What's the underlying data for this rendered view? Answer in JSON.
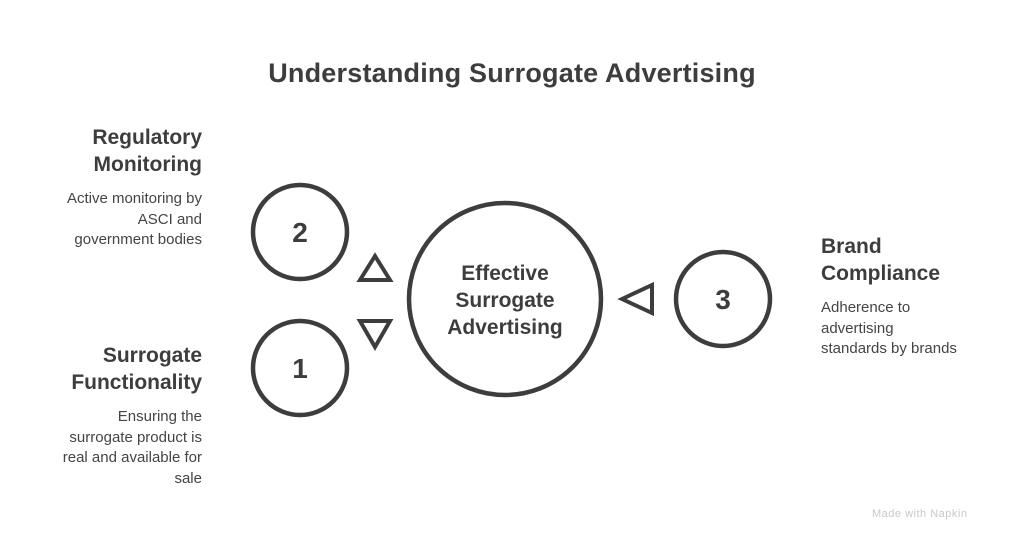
{
  "title": "Understanding Surrogate Advertising",
  "center": {
    "line1": "Effective",
    "line2": "Surrogate",
    "line3": "Advertising"
  },
  "items": [
    {
      "number": "2",
      "heading_line1": "Regulatory",
      "heading_line2": "Monitoring",
      "desc_line1": "Active monitoring by",
      "desc_line2": "ASCI and",
      "desc_line3": "government bodies"
    },
    {
      "number": "1",
      "heading_line1": "Surrogate",
      "heading_line2": "Functionality",
      "desc_line1": "Ensuring the",
      "desc_line2": "surrogate product is",
      "desc_line3": "real and available for",
      "desc_line4": "sale"
    },
    {
      "number": "3",
      "heading_line1": "Brand",
      "heading_line2": "Compliance",
      "desc_line1": "Adherence to",
      "desc_line2": "advertising",
      "desc_line3": "standards by brands"
    }
  ],
  "watermark": "Made with Napkin",
  "colors": {
    "stroke": "#3d3d3d",
    "fill": "#ffffff",
    "text": "#3d3d3d"
  }
}
